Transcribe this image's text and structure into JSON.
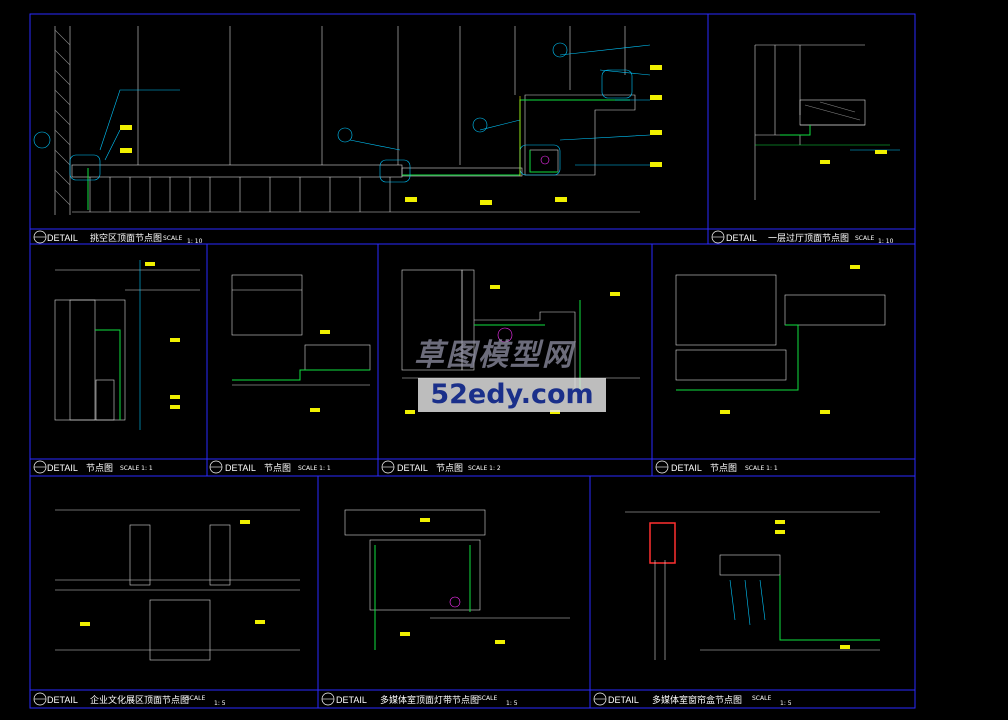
{
  "colors": {
    "frame": "#2a2aff",
    "line": "#d8d8d8",
    "green": "#10e040",
    "yellow": "#f0f000",
    "cyan": "#00c8ff",
    "magenta": "#ff30ff",
    "red": "#ff3030"
  },
  "panels": [
    {
      "tag": "DETAIL",
      "title": "挑空区顶面节点图",
      "scale_label": "SCALE",
      "scale": "1: 10"
    },
    {
      "tag": "DETAIL",
      "title": "一层过厅顶面节点图",
      "scale_label": "SCALE",
      "scale": "1: 10"
    },
    {
      "tag": "DETAIL",
      "title": "节点图",
      "scale_label": "SCALE 1: 1",
      "scale": ""
    },
    {
      "tag": "DETAIL",
      "title": "节点图",
      "scale_label": "SCALE 1: 1",
      "scale": ""
    },
    {
      "tag": "DETAIL",
      "title": "节点图",
      "scale_label": "SCALE 1: 2",
      "scale": ""
    },
    {
      "tag": "DETAIL",
      "title": "节点图",
      "scale_label": "SCALE 1: 1",
      "scale": ""
    },
    {
      "tag": "DETAIL",
      "title": "企业文化展区顶面节点图",
      "scale_label": "SCALE",
      "scale": "1: 5"
    },
    {
      "tag": "DETAIL",
      "title": "多媒体室顶面灯带节点图",
      "scale_label": "SCALE",
      "scale": "1: 5"
    },
    {
      "tag": "DETAIL",
      "title": "多媒体室窗帘盒节点图",
      "scale_label": "SCALE",
      "scale": "1: 5"
    }
  ],
  "watermark": {
    "line1": "草图模型网",
    "line2": "52edy.com"
  }
}
